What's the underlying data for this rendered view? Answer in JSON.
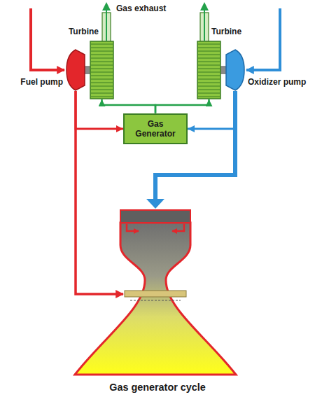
{
  "diagram": {
    "caption": "Gas generator cycle",
    "nodes": [
      {
        "text": [
          "Turbine"
        ]
      },
      {
        "text": [
          "Turbine"
        ]
      },
      {
        "text": [
          "Fuel pump"
        ]
      },
      {
        "text": [
          "Oxidizer pump"
        ]
      },
      {
        "text": [
          "Gas Generator"
        ]
      }
    ],
    "edges": [
      {
        "from": 2,
        "to": 4,
        "arrow": "to"
      },
      {
        "from": 3,
        "to": 4,
        "arrow": "to"
      },
      {
        "from": 4,
        "to": 0,
        "arrow": "to"
      },
      {
        "from": 4,
        "to": 1,
        "arrow": "to"
      }
    ],
    "labels": [
      "Gas exhaust"
    ]
  }
}
